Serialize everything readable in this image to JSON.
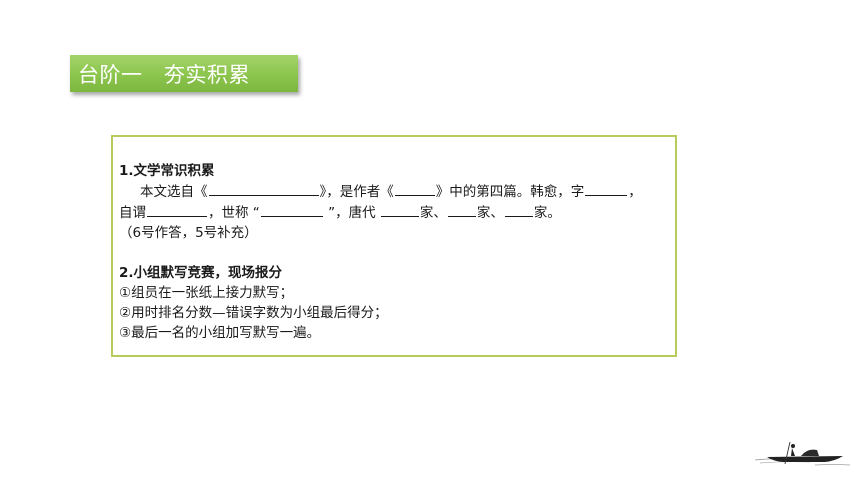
{
  "banner": {
    "title": "台阶一   夯实积累"
  },
  "section1": {
    "heading": "1.文学常识积累",
    "line1_a": "本文选自《",
    "line1_b": "》，是作者《",
    "line1_c": "》中的第四篇。韩愈，字",
    "line1_d": "，",
    "line2_a": "自谓",
    "line2_b": "，世称 “",
    "line2_c": " ”，唐代 ",
    "line2_d": "家、",
    "line2_e": "家、",
    "line2_f": "家。",
    "note": "（6号作答，5号补充）"
  },
  "section2": {
    "heading": "2.小组默写竞赛，现场报分",
    "rules": [
      "①组员在一张纸上接力默写；",
      "②用时排名分数—错误字数为小组最后得分；",
      "③最后一名的小组加写默写一遍。"
    ]
  },
  "decoration": {
    "icon": "boat-icon"
  }
}
